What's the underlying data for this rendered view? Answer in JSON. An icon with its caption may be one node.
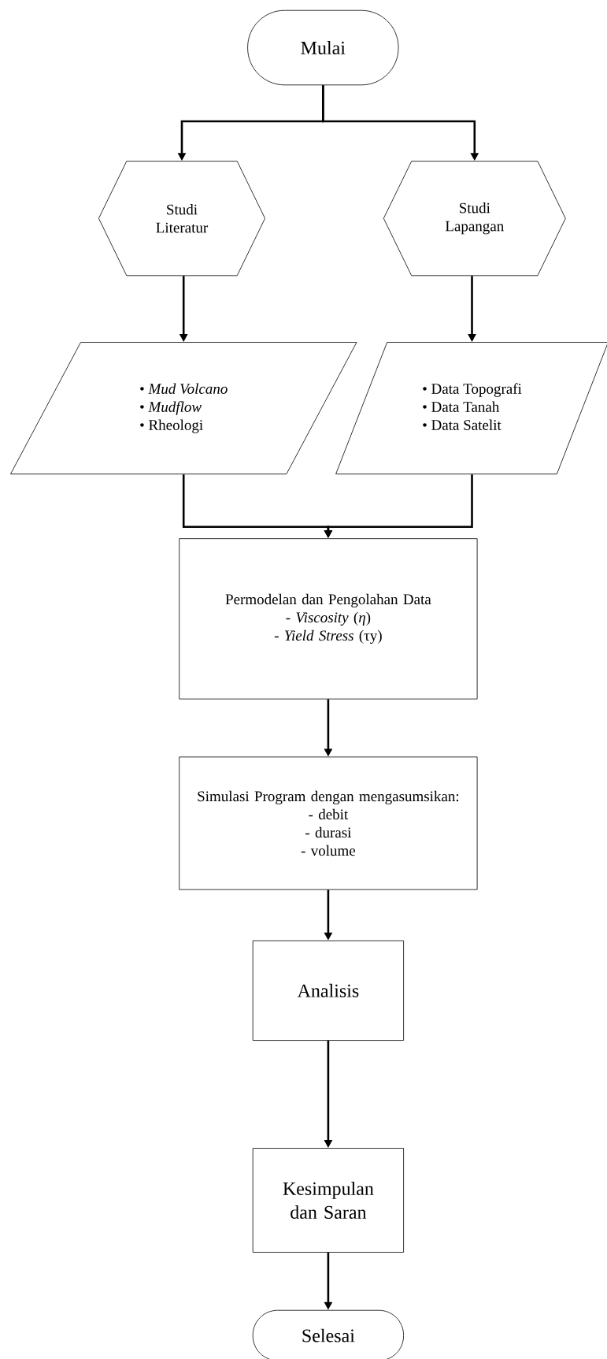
{
  "diagram": {
    "nodes": [
      {
        "text": [
          "Mulai"
        ]
      },
      {
        "text": [
          "Studi Literatur"
        ]
      },
      {
        "text": [
          "Studi Lapangan"
        ]
      },
      {
        "text": [
          "• *Mud Volcano*",
          "• *Mudflow*",
          "• Rheologi"
        ]
      },
      {
        "text": [
          "• Data Topografi",
          "• Data Tanah",
          "• Data Satelit"
        ]
      },
      {
        "text": [
          "Permodelan dan Pengolahan Data",
          "- *Viscosity* (*η*)",
          "- *Yield Stress* (τy)"
        ]
      },
      {
        "text": [
          "Simulasi Program dengan mengasumsikan:",
          "- debit",
          "- durasi",
          "- volume"
        ]
      },
      {
        "text": [
          "Analisis"
        ]
      },
      {
        "text": [
          "Kesimpulan dan Saran"
        ]
      },
      {
        "text": [
          "Selesai"
        ]
      }
    ],
    "edges": [
      {
        "from": 0,
        "to": 1,
        "arrow": "to"
      },
      {
        "from": 0,
        "to": 2,
        "arrow": "to"
      },
      {
        "from": 1,
        "to": 3,
        "arrow": "to"
      },
      {
        "from": 2,
        "to": 4,
        "arrow": "to"
      },
      {
        "from": 3,
        "to": 5,
        "arrow": "to"
      },
      {
        "from": 4,
        "to": 5,
        "arrow": "to"
      },
      {
        "from": 5,
        "to": 6,
        "arrow": "to"
      },
      {
        "from": 6,
        "to": 7,
        "arrow": "to"
      },
      {
        "from": 7,
        "to": 8,
        "arrow": "to"
      },
      {
        "from": 8,
        "to": 9,
        "arrow": "to"
      }
    ]
  }
}
